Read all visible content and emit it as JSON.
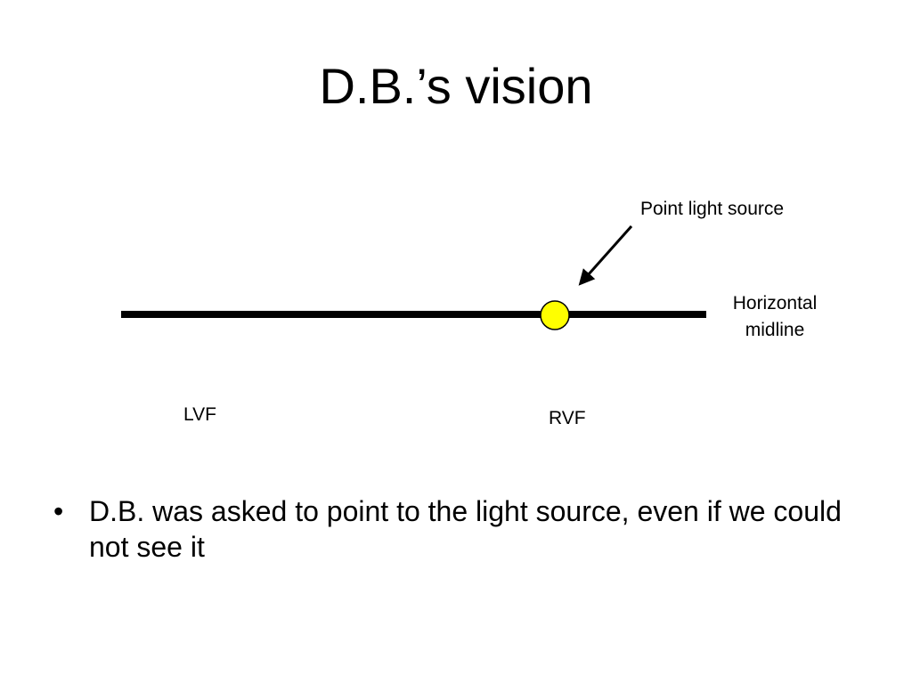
{
  "slide": {
    "title": "D.B.’s vision"
  },
  "diagram": {
    "point_label": "Point light source",
    "midline_label_line1": "Horizontal",
    "midline_label_line2": "midline",
    "lvf_label": "LVF",
    "rvf_label": "RVF",
    "colors": {
      "line": "#000000",
      "light_fill": "#ffff00",
      "light_stroke": "#000000"
    }
  },
  "bullets": [
    {
      "symbol": "•",
      "text": "D.B. was asked to point to the light source, even if we could not see it"
    }
  ]
}
